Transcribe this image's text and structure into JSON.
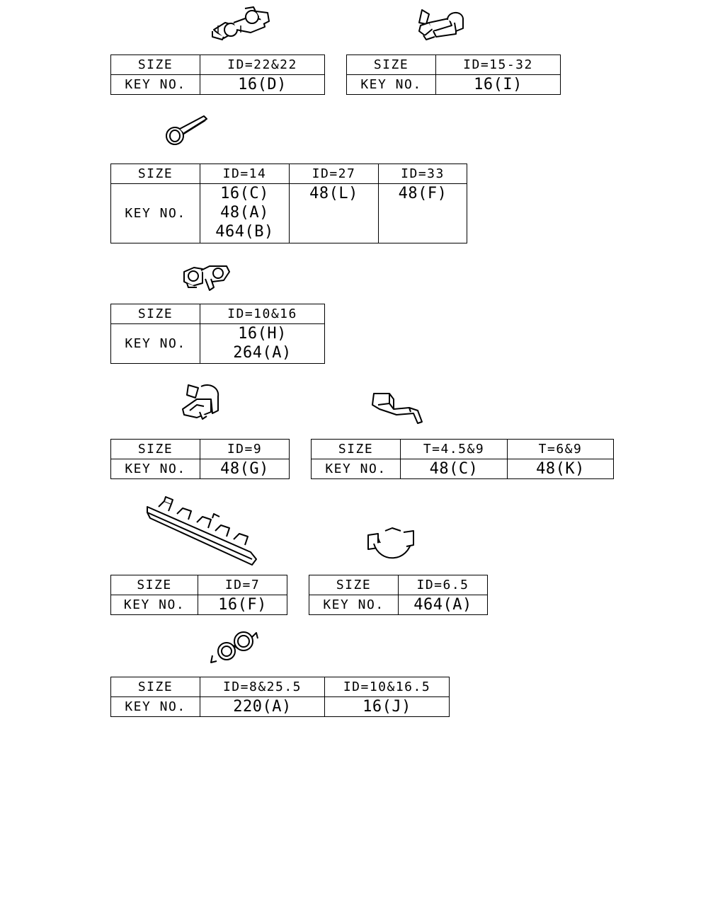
{
  "labels": {
    "size": "SIZE",
    "key_no": "KEY NO."
  },
  "tables": [
    {
      "sizes": [
        "ID=22&22"
      ],
      "keys": [
        [
          "16(D)"
        ]
      ]
    },
    {
      "sizes": [
        "ID=15-32"
      ],
      "keys": [
        [
          "16(I)"
        ]
      ]
    },
    {
      "sizes": [
        "ID=14",
        "ID=27",
        "ID=33"
      ],
      "keys": [
        [
          "16(C)",
          "48(A)",
          "464(B)"
        ],
        [
          "48(L)"
        ],
        [
          "48(F)"
        ]
      ]
    },
    {
      "sizes": [
        "ID=10&16"
      ],
      "keys": [
        [
          "16(H)",
          "264(A)"
        ]
      ]
    },
    {
      "sizes": [
        "ID=9"
      ],
      "keys": [
        [
          "48(G)"
        ]
      ]
    },
    {
      "sizes": [
        "T=4.5&9",
        "T=6&9"
      ],
      "keys": [
        [
          "48(C)"
        ],
        [
          "48(K)"
        ]
      ]
    },
    {
      "sizes": [
        "ID=7"
      ],
      "keys": [
        [
          "16(F)"
        ]
      ]
    },
    {
      "sizes": [
        "ID=6.5"
      ],
      "keys": [
        [
          "464(A)"
        ]
      ]
    },
    {
      "sizes": [
        "ID=8&25.5",
        "ID=10&16.5"
      ],
      "keys": [
        [
          "220(A)"
        ],
        [
          "16(J)"
        ]
      ]
    }
  ],
  "icons": [
    "double-clamp-clip-icon",
    "open-hose-clip-icon",
    "cable-tie-band-icon",
    "dual-ring-clip-icon",
    "pipe-clip-icon",
    "bracket-clip-icon",
    "multi-slot-rail-clip-icon",
    "hose-saddle-clip-icon",
    "twin-ring-clip-icon"
  ]
}
